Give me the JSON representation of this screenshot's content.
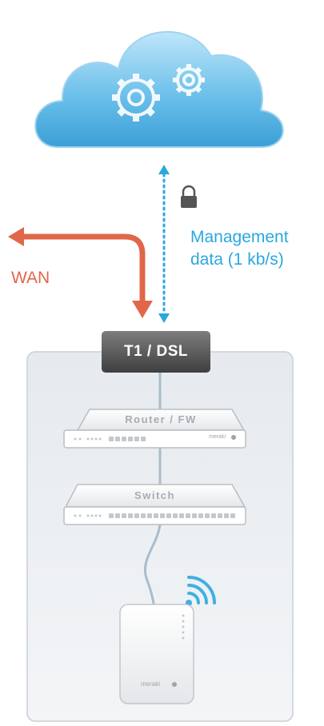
{
  "cloud": {
    "icon": "gears-icon"
  },
  "labels": {
    "wan": "WAN",
    "management_line1": "Management",
    "management_line2": "data (1 kb/s)",
    "connection": "T1 / DSL"
  },
  "devices": {
    "router_label": "Router / FW",
    "router_brand": "meraki",
    "switch_label": "Switch",
    "ap_brand": "meraki"
  },
  "colors": {
    "wan_arrow": "#e0674a",
    "management_line": "#2aa8de",
    "cloud": "#5fb8e6",
    "connection_box": "#5a5a5a",
    "panel": "#eef1f4"
  }
}
